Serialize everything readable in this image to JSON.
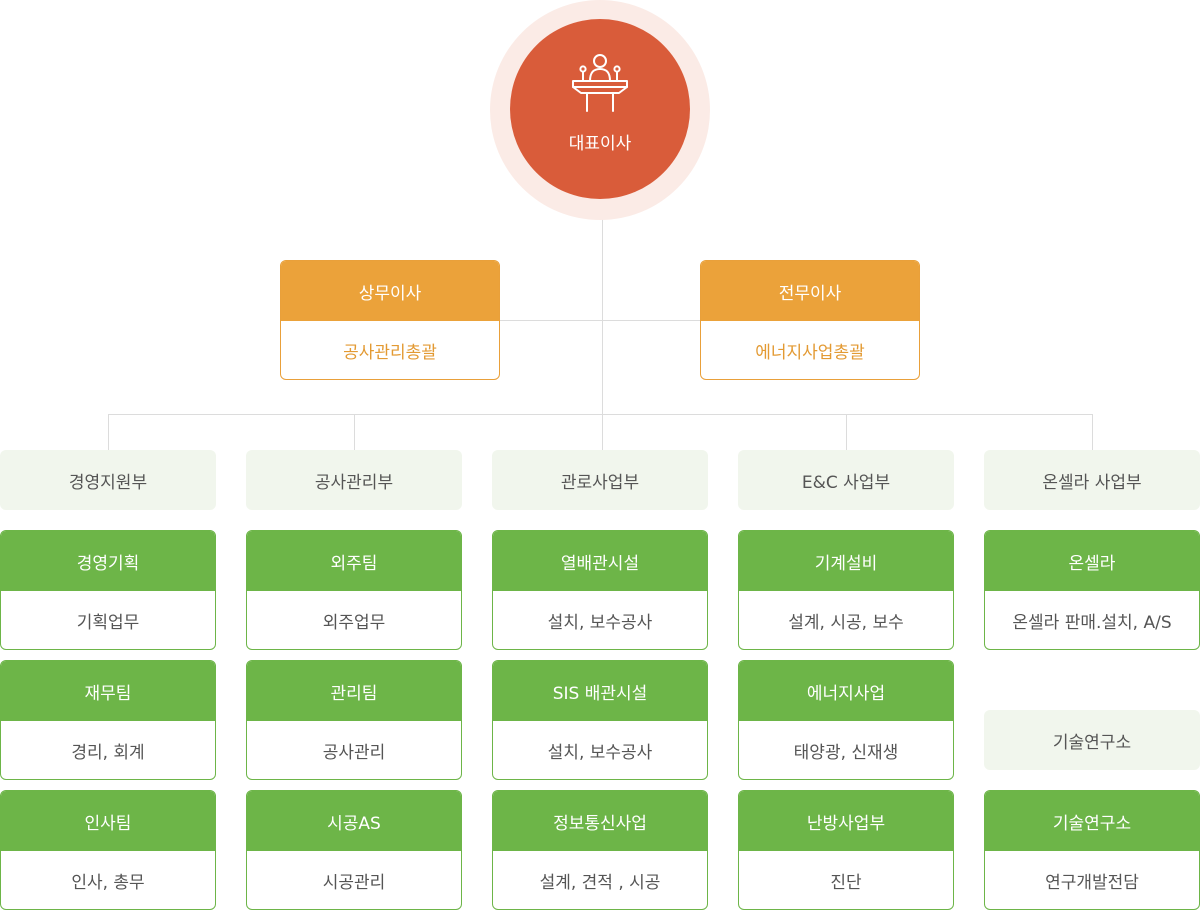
{
  "ceo": {
    "title": "대표이사"
  },
  "executives": [
    {
      "title": "상무이사",
      "duty": "공사관리총괄"
    },
    {
      "title": "전무이사",
      "duty": "에너지사업총괄"
    }
  ],
  "departments": [
    "경영지원부",
    "공사관리부",
    "관로사업부",
    "E&C 사업부",
    "온셀라 사업부"
  ],
  "teams": [
    [
      {
        "title": "경영기획",
        "duty": "기획업무"
      },
      {
        "title": "재무팀",
        "duty": "경리, 회계"
      },
      {
        "title": "인사팀",
        "duty": "인사, 총무"
      }
    ],
    [
      {
        "title": "외주팀",
        "duty": "외주업무"
      },
      {
        "title": "관리팀",
        "duty": "공사관리"
      },
      {
        "title": "시공AS",
        "duty": "시공관리"
      }
    ],
    [
      {
        "title": "열배관시설",
        "duty": "설치, 보수공사"
      },
      {
        "title": "SIS 배관시설",
        "duty": "설치, 보수공사"
      },
      {
        "title": "정보통신사업",
        "duty": "설계, 견적 , 시공"
      }
    ],
    [
      {
        "title": "기계설비",
        "duty": "설계, 시공, 보수"
      },
      {
        "title": "에너지사업",
        "duty": "태양광, 신재생"
      },
      {
        "title": "난방사업부",
        "duty": "진단"
      }
    ],
    [
      {
        "title": "온셀라",
        "duty": "온셀라 판매.설치, A/S"
      },
      {
        "title": "기술연구소",
        "duty": "연구개발전담"
      }
    ]
  ],
  "lab_dept": "기술연구소",
  "colors": {
    "ceo": "#d95c3a",
    "executive": "#eba23a",
    "team": "#6db548",
    "department_bg": "#f1f6ed"
  },
  "icons": {
    "ceo": "podium-speaker-icon"
  }
}
